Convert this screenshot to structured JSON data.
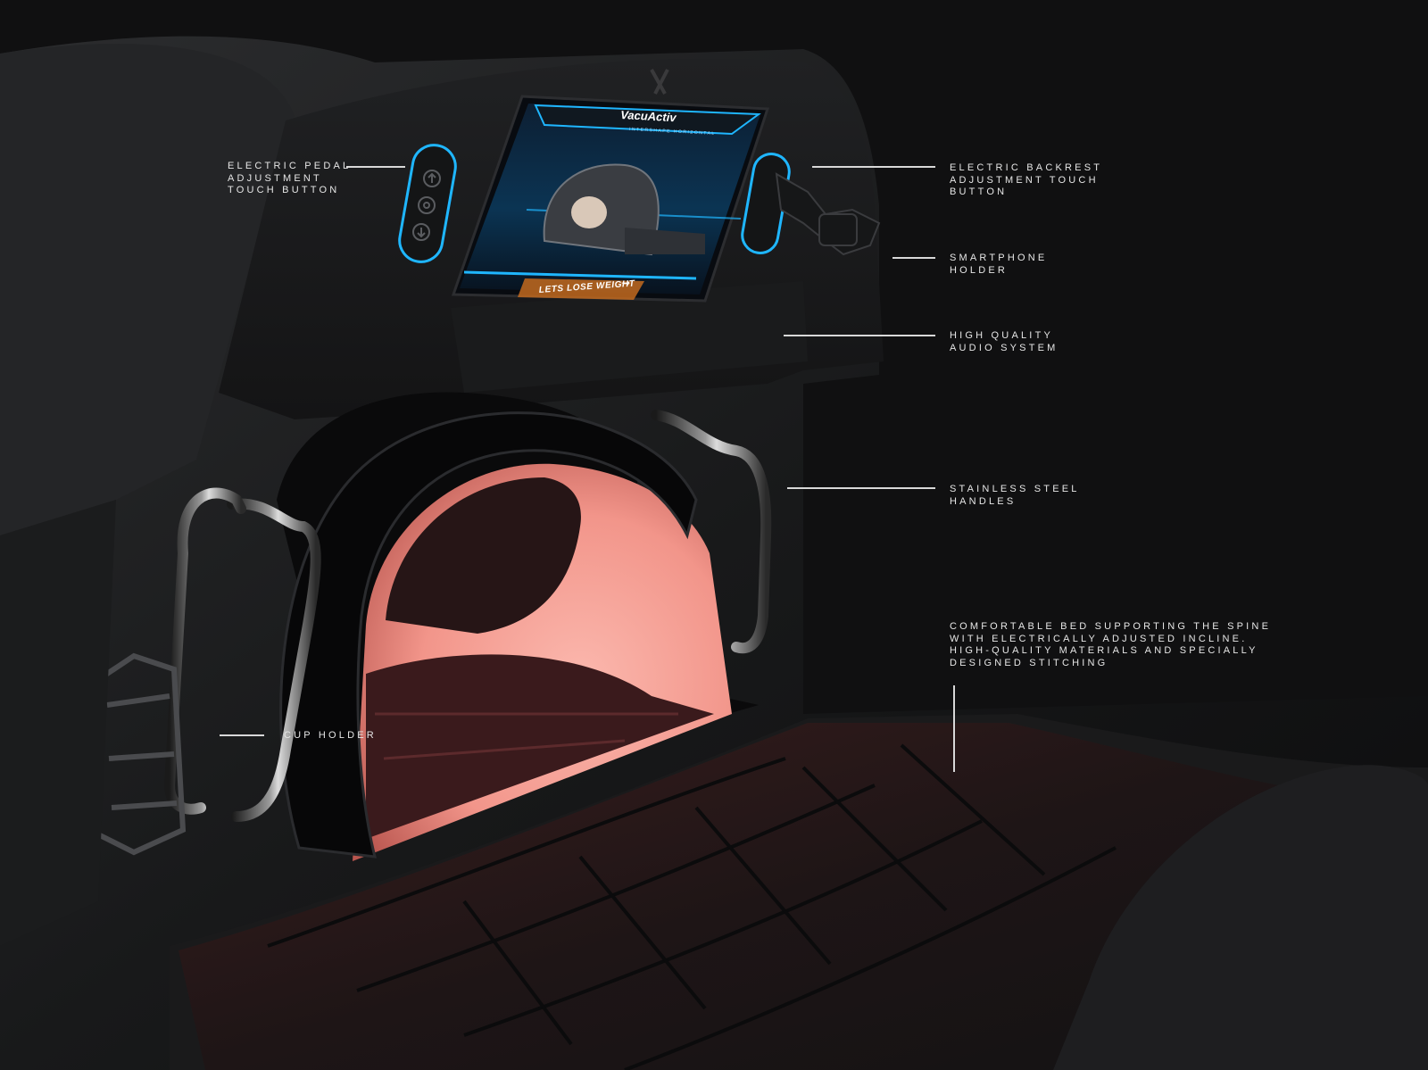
{
  "screen": {
    "brand": "VacuActiv",
    "tagline": "INTERSHAPE HORIZONTAL",
    "cta": "LETS LOSE WEIGHT",
    "cta_arrow": "→"
  },
  "callouts": [
    {
      "id": "pedal-button",
      "text": "ELECTRIC PEDAL\nADJUSTMENT\nTOUCH BUTTON"
    },
    {
      "id": "backrest-button",
      "text": "ELECTRIC BACKREST\nADJUSTMENT TOUCH\nBUTTON"
    },
    {
      "id": "smartphone-holder",
      "text": "SMARTPHONE\nHOLDER"
    },
    {
      "id": "audio-system",
      "text": "HIGH QUALITY\nAUDIO SYSTEM"
    },
    {
      "id": "handles",
      "text": "STAINLESS STEEL\nHANDLES"
    },
    {
      "id": "bed",
      "text": "COMFORTABLE BED SUPPORTING THE SPINE\nWITH ELECTRICALLY ADJUSTED INCLINE.\nHIGH-QUALITY MATERIALS AND SPECIALLY\nDESIGNED STITCHING"
    },
    {
      "id": "cup-holder",
      "text": "CUP HOLDER"
    }
  ],
  "colors": {
    "background": "#101011",
    "accent_blue": "#1fb6ff",
    "interior_glow": "#f4a59b",
    "label_text": "#e6e6e6"
  },
  "icons": [
    "logo-mark-icon",
    "arrow-up-icon",
    "arrow-down-icon",
    "settings-icon"
  ]
}
